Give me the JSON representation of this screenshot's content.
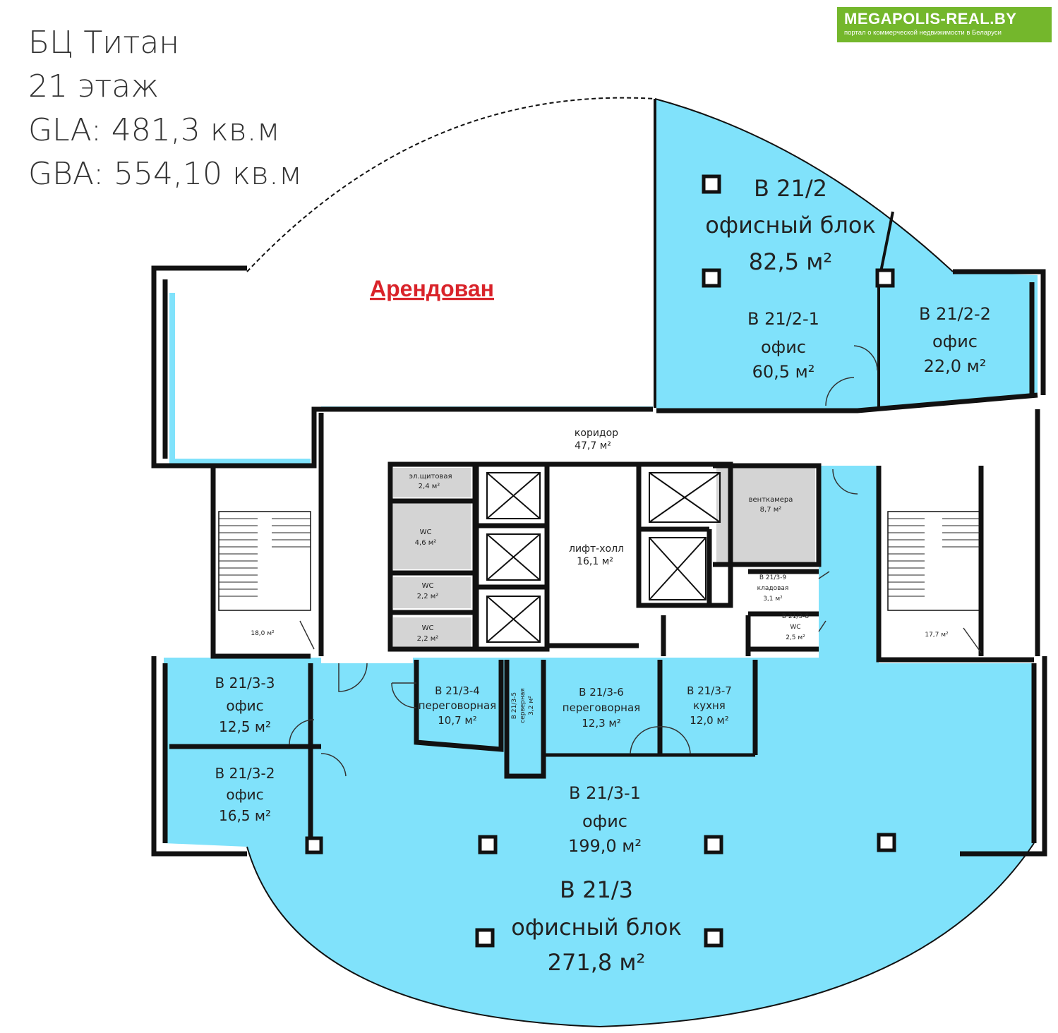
{
  "header": {
    "building": "БЦ Титан",
    "floor": "21 этаж",
    "gla": "GLA:  481,3 кв.м",
    "gba": "GBA:  554,10 кв.м"
  },
  "logo": {
    "title": "MEGAPOLIS-REAL.BY",
    "subtitle": "портал о коммерческой недвижимости в Беларуси"
  },
  "rented_label": "Арендован",
  "colors": {
    "available": "#80e2fb",
    "service": "#d4d4d4",
    "wall": "#111111",
    "rented_text": "#d9232a",
    "logo": "#74b72c"
  },
  "blocks": {
    "b212": {
      "code": "В 21/2",
      "type": "офисный блок",
      "area": "82,5 м²"
    },
    "b213": {
      "code": "В 21/3",
      "type": "офисный блок",
      "area": "271,8 м²"
    }
  },
  "rooms": {
    "r2121": {
      "code": "В 21/2-1",
      "type": "офис",
      "area": "60,5 м²"
    },
    "r2122": {
      "code": "В 21/2-2",
      "type": "офис",
      "area": "22,0 м²"
    },
    "r2131": {
      "code": "В 21/3-1",
      "type": "офис",
      "area": "199,0 м²"
    },
    "r2132": {
      "code": "В 21/3-2",
      "type": "офис",
      "area": "16,5 м²"
    },
    "r2133": {
      "code": "В 21/3-3",
      "type": "офис",
      "area": "12,5 м²"
    },
    "r2134": {
      "code": "В 21/3-4",
      "type": "переговорная",
      "area": "10,7 м²"
    },
    "r2135": {
      "code": "В 21/3-5",
      "type": "серверная",
      "area": "3,2 м²"
    },
    "r2136": {
      "code": "В 21/3-6",
      "type": "переговорная",
      "area": "12,3 м²"
    },
    "r2137": {
      "code": "В 21/3-7",
      "type": "кухня",
      "area": "12,0 м²"
    },
    "r2138": {
      "code": "В 21/3-8",
      "type": "WC",
      "area": "2,5 м²"
    },
    "r2139": {
      "code": "В 21/3-9",
      "type": "кладовая",
      "area": "3,1 м²"
    }
  },
  "common": {
    "corridor": {
      "name": "коридор",
      "area": "47,7 м²"
    },
    "lift_hall": {
      "name": "лифт-холл",
      "area": "16,1 м²"
    },
    "electrical": {
      "name": "эл.щитовая",
      "area": "2,4 м²"
    },
    "wc1": {
      "name": "WC",
      "area": "4,6 м²"
    },
    "wc2": {
      "name": "WC",
      "area": "2,2 м²"
    },
    "wc3": {
      "name": "WC",
      "area": "2,2 м²"
    },
    "ventilation": {
      "name": "венткамера",
      "area": "8,7 м²"
    },
    "stair_left": {
      "area": "18,0 м²"
    },
    "stair_right": {
      "area": "17,7 м²"
    }
  }
}
